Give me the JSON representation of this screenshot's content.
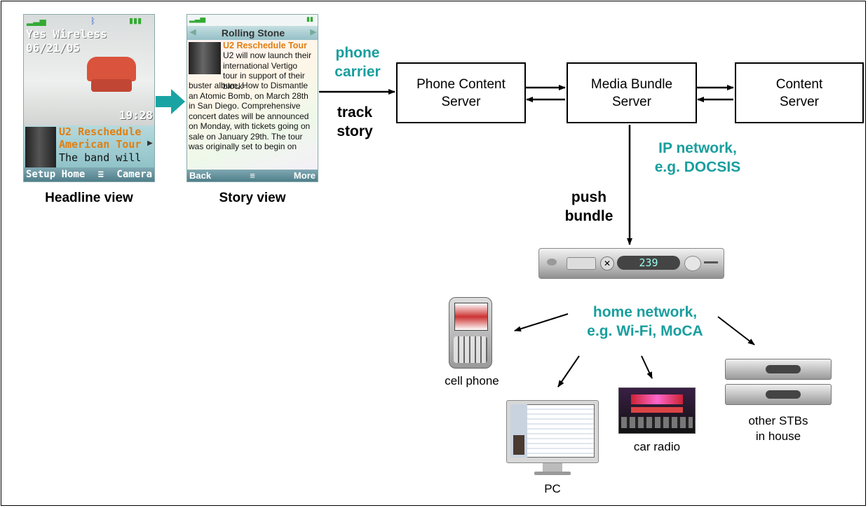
{
  "phones": {
    "headline": {
      "carrier": "Yes Wireless",
      "date": "06/21/05",
      "time": "19:28",
      "title_line1": "U2 Reschedule",
      "title_line2": "American Tour",
      "teaser": "The band will now",
      "softkey_left": "Setup Home",
      "softkey_right": "Camera",
      "caption": "Headline view"
    },
    "story": {
      "header": "Rolling Stone",
      "title": "U2 Reschedule Tour",
      "body_right": "U2 will now launch their\ninternational Vertigo\ntour in support of their block-",
      "body": "buster album, How to Dismantle\nan Atomic Bomb, on March 28th\nin San Diego. Comprehensive\nconcert dates will be announced\non Monday, with tickets going on\nsale on January 29th. The tour\nwas originally set to begin on",
      "softkey_left": "Back",
      "softkey_right": "More",
      "caption": "Story view"
    }
  },
  "labels": {
    "phone_carrier": "phone\ncarrier",
    "track_story": "track\nstory",
    "ip_network": "IP network,\ne.g. DOCSIS",
    "push_bundle": "push\nbundle",
    "home_network": "home network,\ne.g. Wi-Fi, MoCA"
  },
  "boxes": {
    "phone_content_server": "Phone Content\nServer",
    "media_bundle_server": "Media Bundle\nServer",
    "content_server": "Content\nServer"
  },
  "settop": {
    "display": "239"
  },
  "devices": {
    "cell_phone": "cell phone",
    "pc": "PC",
    "car_radio": "car radio",
    "other_stbs": "other STBs\nin house"
  },
  "colors": {
    "accent_teal": "#1a9e9e",
    "arrow_teal": "#1aa3a3"
  }
}
